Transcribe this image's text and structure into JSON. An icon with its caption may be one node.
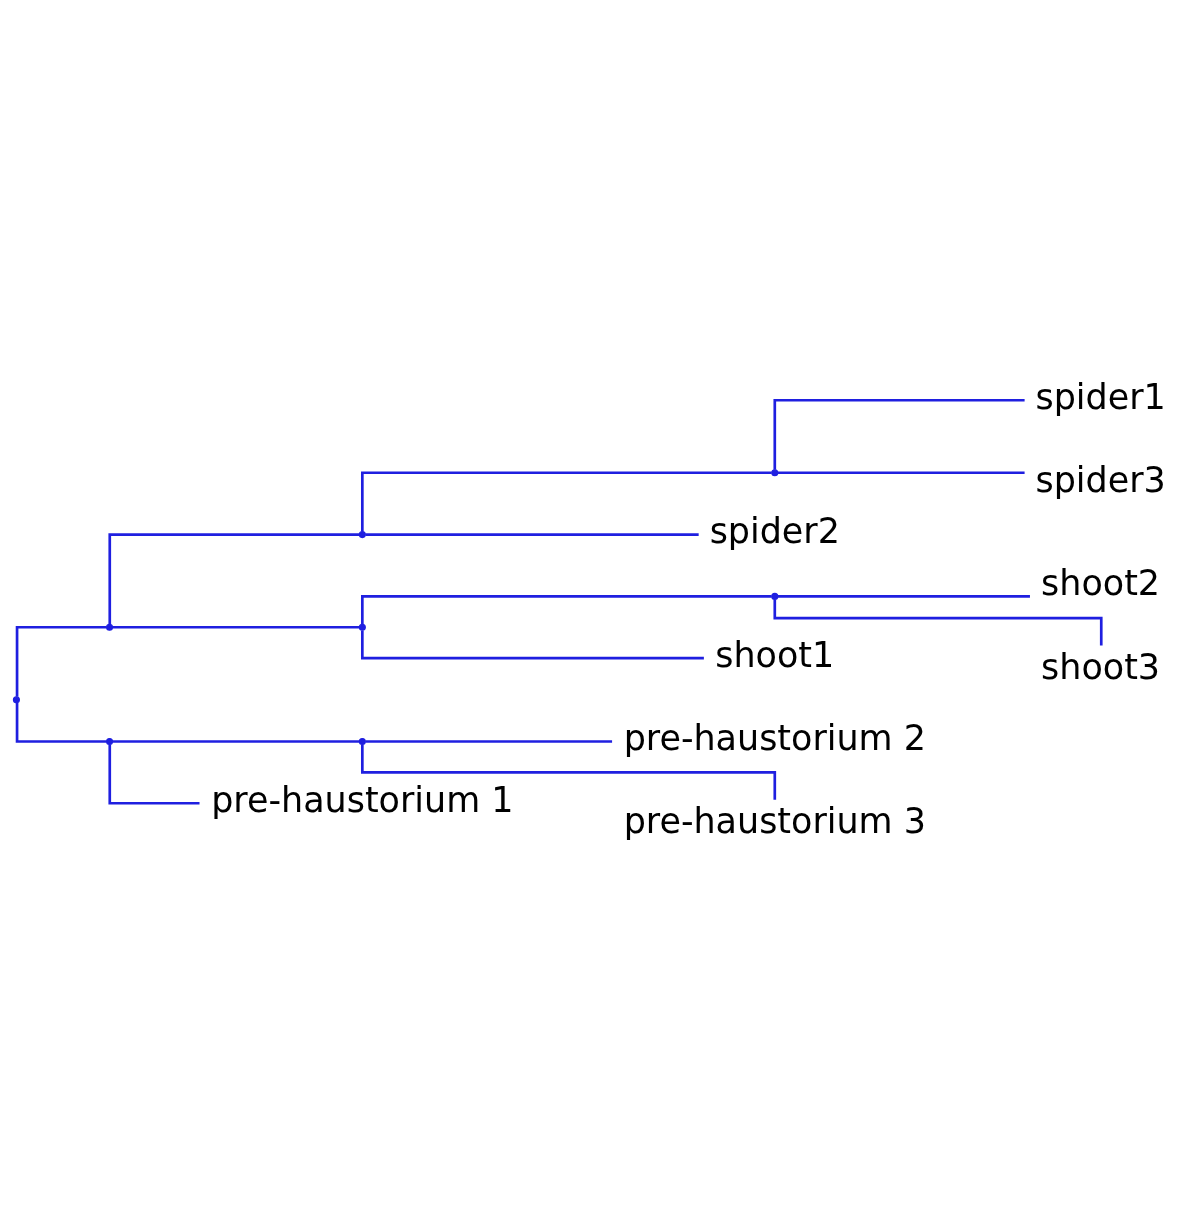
{
  "diagram": {
    "nodes": [
      {
        "text": [],
        "shape": "point"
      },
      {
        "text": [],
        "shape": "point"
      },
      {
        "text": [],
        "shape": "point"
      },
      {
        "text": [],
        "shape": "point"
      },
      {
        "text": [
          "spider1"
        ]
      },
      {
        "text": [
          "spider3"
        ]
      },
      {
        "text": [
          "spider2"
        ]
      },
      {
        "text": [],
        "shape": "point"
      },
      {
        "text": [],
        "shape": "point"
      },
      {
        "text": [
          "shoot2"
        ]
      },
      {
        "text": [
          "shoot3"
        ]
      },
      {
        "text": [
          "shoot1"
        ]
      },
      {
        "text": [],
        "shape": "point"
      },
      {
        "text": [],
        "shape": "point"
      },
      {
        "text": [
          "pre-haustorium 2"
        ]
      },
      {
        "text": [
          "pre-haustorium 3"
        ]
      },
      {
        "text": [
          "pre-haustorium 1"
        ]
      }
    ],
    "edges": [
      {
        "from": 0,
        "to": 1,
        "arrow": "none"
      },
      {
        "from": 0,
        "to": 12,
        "arrow": "none"
      },
      {
        "from": 1,
        "to": 2,
        "arrow": "none"
      },
      {
        "from": 1,
        "to": 7,
        "arrow": "none"
      },
      {
        "from": 2,
        "to": 3,
        "arrow": "none"
      },
      {
        "from": 2,
        "to": 6,
        "arrow": "none"
      },
      {
        "from": 3,
        "to": 4,
        "arrow": "none"
      },
      {
        "from": 3,
        "to": 5,
        "arrow": "none"
      },
      {
        "from": 7,
        "to": 8,
        "arrow": "none"
      },
      {
        "from": 7,
        "to": 11,
        "arrow": "none"
      },
      {
        "from": 8,
        "to": 9,
        "arrow": "none"
      },
      {
        "from": 8,
        "to": 10,
        "arrow": "none"
      },
      {
        "from": 12,
        "to": 13,
        "arrow": "none"
      },
      {
        "from": 12,
        "to": 16,
        "arrow": "none"
      },
      {
        "from": 13,
        "to": 14,
        "arrow": "none"
      },
      {
        "from": 13,
        "to": 15,
        "arrow": "none"
      }
    ]
  }
}
